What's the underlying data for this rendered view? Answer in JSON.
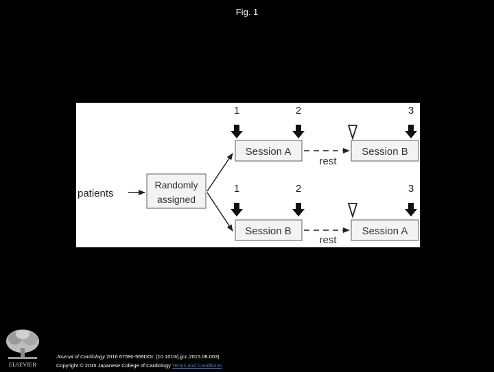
{
  "slide": {
    "title": "Fig. 1"
  },
  "diagram": {
    "patients": "patients",
    "randomly": "Randomly",
    "assigned": "assigned",
    "rest": "rest",
    "top": {
      "session_1": "Session A",
      "session_2": "Session B",
      "labels": [
        "1",
        "2",
        "3"
      ]
    },
    "bottom": {
      "session_1": "Session B",
      "session_2": "Session A",
      "labels": [
        "1",
        "2",
        "3"
      ]
    }
  },
  "footer": {
    "journal": "Journal of Cardiology",
    "citation": " 2016 67590-569DOI: (10.1016/j.jjcc.2015.08.003)",
    "copyright": "Copyright © 2015 Japanese College of Cardiology",
    "terms_link": "Terms and Conditions"
  },
  "logo": {
    "text": "ELSEVIER"
  }
}
